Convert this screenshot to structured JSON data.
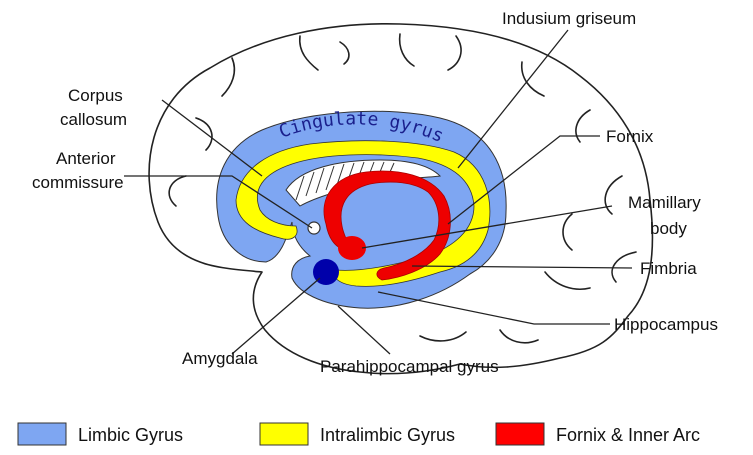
{
  "labels": {
    "indusium_griseum": "Indusium griseum",
    "corpus_callosum_line1": "Corpus",
    "corpus_callosum_line2": "callosum",
    "fornix": "Fornix",
    "anterior_commissure_line1": "Anterior",
    "anterior_commissure_line2": "commissure",
    "mamillary_body_line1": "Mamillary",
    "mamillary_body_line2": "body",
    "fimbria": "Fimbria",
    "hippocampus": "Hippocampus",
    "amygdala": "Amygdala",
    "parahippocampal_gyrus": "Parahippocampal gyrus",
    "cingulate_gyrus": "Cingulate gyrus"
  },
  "legend": [
    {
      "label": "Limbic Gyrus",
      "color": "#7ea6f2"
    },
    {
      "label": "Intralimbic Gyrus",
      "color": "#ffff00"
    },
    {
      "label": "Fornix & Inner Arc",
      "color": "#ff0000"
    }
  ],
  "colors": {
    "limbic": "#7ea6f2",
    "intralimbic": "#ffff00",
    "fornix": "#ee0000",
    "amygdala": "#0000aa",
    "outline": "#222222"
  }
}
